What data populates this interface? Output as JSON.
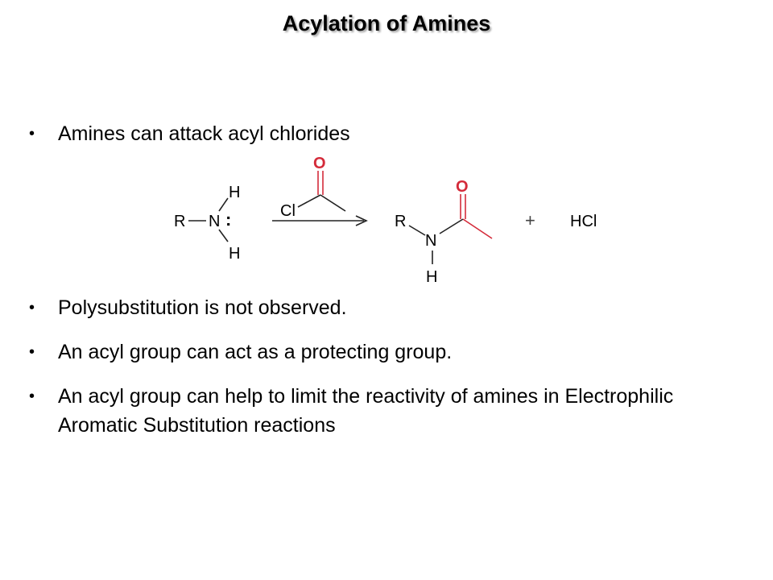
{
  "title": "Acylation of Amines",
  "bullet_char": "•",
  "bullets": [
    "Amines can attack acyl chlorides",
    "Polysubstitution is not observed.",
    "An acyl group can act as a protecting group.",
    "An acyl group can help to limit the reactivity of amines in Electrophilic Aromatic Substitution reactions"
  ],
  "reaction": {
    "reactant_amine": {
      "R": "R",
      "N": "N",
      "H_top": "H",
      "H_bottom": "H",
      "lone_pair": ":"
    },
    "reagent": {
      "O": "O",
      "Cl": "Cl"
    },
    "product": {
      "O": "O",
      "R": "R",
      "N": "N",
      "H": "H"
    },
    "plus": "+",
    "byproduct": "HCl",
    "colors": {
      "oxygen": "#d42b3a",
      "bonds": "#222222"
    }
  }
}
